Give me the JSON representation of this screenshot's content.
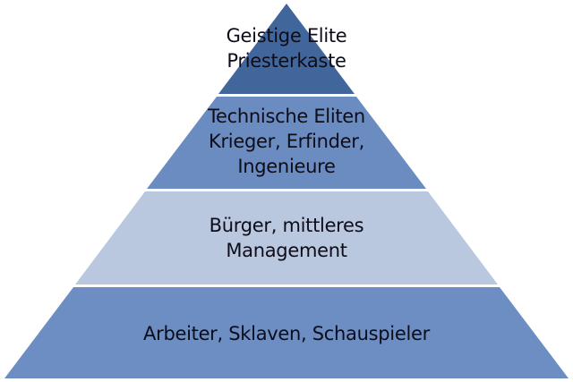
{
  "diagram": {
    "type": "pyramid",
    "levels": [
      {
        "lines": [
          "Geistige Elite",
          "Priesterkaste"
        ],
        "color": "#41669c"
      },
      {
        "lines": [
          "Technische Eliten",
          "Krieger, Erfinder,",
          "Ingenieure"
        ],
        "color": "#6b8cc1"
      },
      {
        "lines": [
          "Bürger, mittleres",
          "Management"
        ],
        "color": "#b9c7df"
      },
      {
        "lines": [
          "Arbeiter, Sklaven, Schauspieler"
        ],
        "color": "#6c8ec2"
      }
    ]
  }
}
